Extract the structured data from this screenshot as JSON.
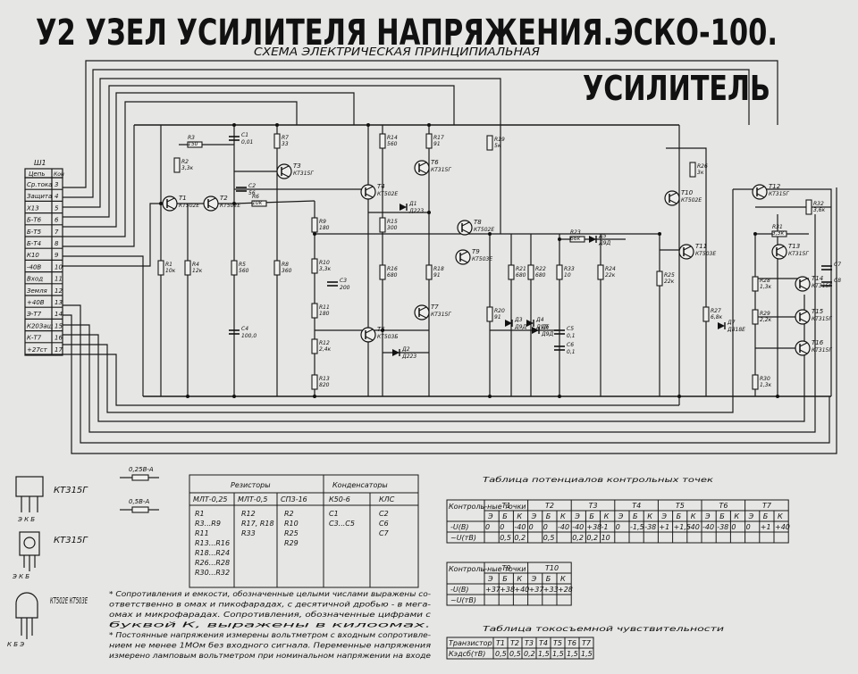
{
  "header": {
    "title": "У2 УЗЕЛ УСИЛИТЕЛЯ НАПРЯЖЕНИЯ.ЭСКО-100.",
    "subtitle": "СХЕМА ЭЛЕКТРИЧЕСКАЯ ПРИНЦИПИАЛЬНАЯ",
    "block_name": "УСИЛИТЕЛЬ"
  },
  "connector": {
    "label": "Ш1",
    "col_name": "Цепь",
    "col_num": "Кон",
    "rows": [
      {
        "name": "Ср.тока",
        "num": "3"
      },
      {
        "name": "Защита",
        "num": "4"
      },
      {
        "name": "Х13",
        "num": "5"
      },
      {
        "name": "Б-Т6",
        "num": "6"
      },
      {
        "name": "Б-Т5",
        "num": "7"
      },
      {
        "name": "Б-Т4",
        "num": "8"
      },
      {
        "name": "К10",
        "num": "9"
      },
      {
        "name": "-40В",
        "num": "10"
      },
      {
        "name": "Вход",
        "num": "11"
      },
      {
        "name": "Земля",
        "num": "12"
      },
      {
        "name": "+40В",
        "num": "13"
      },
      {
        "name": "Э-Т7",
        "num": "14"
      },
      {
        "name": "К20Защ",
        "num": "15"
      },
      {
        "name": "К-Т7",
        "num": "16"
      },
      {
        "name": "+27ст",
        "num": "17"
      }
    ]
  },
  "components": {
    "transistors": [
      {
        "ref": "Т1",
        "type": "КТ502Е"
      },
      {
        "ref": "Т2",
        "type": "КТ502Е"
      },
      {
        "ref": "Т3",
        "type": "КТ315Г"
      },
      {
        "ref": "Т4",
        "type": "КТ502Е"
      },
      {
        "ref": "Т5",
        "type": "КТ503Б"
      },
      {
        "ref": "Т6",
        "type": "КТ315Г"
      },
      {
        "ref": "Т7",
        "type": "КТ315Г"
      },
      {
        "ref": "Т8",
        "type": "КТ502Е"
      },
      {
        "ref": "Т9",
        "type": "КТ503Е"
      },
      {
        "ref": "Т10",
        "type": "КТ502Е"
      },
      {
        "ref": "Т11",
        "type": "КТ503Е"
      },
      {
        "ref": "Т12",
        "type": "КТ315Г"
      },
      {
        "ref": "Т13",
        "type": "КТ315Г"
      },
      {
        "ref": "Т14",
        "type": "КТ315Г"
      },
      {
        "ref": "Т15",
        "type": "КТ315Г"
      },
      {
        "ref": "Т16",
        "type": "КТ315Г"
      }
    ],
    "resistors": [
      {
        "ref": "R1",
        "val": "10к"
      },
      {
        "ref": "R2",
        "val": "3,3к"
      },
      {
        "ref": "R3",
        "val": "150"
      },
      {
        "ref": "R4",
        "val": "12к"
      },
      {
        "ref": "R5",
        "val": "560"
      },
      {
        "ref": "R6",
        "val": "10к"
      },
      {
        "ref": "R7",
        "val": "33"
      },
      {
        "ref": "R8",
        "val": "360"
      },
      {
        "ref": "R9",
        "val": "180"
      },
      {
        "ref": "R10",
        "val": "3,3к"
      },
      {
        "ref": "R11",
        "val": "180"
      },
      {
        "ref": "R12",
        "val": "2,4к"
      },
      {
        "ref": "R13",
        "val": "820"
      },
      {
        "ref": "R14",
        "val": "560"
      },
      {
        "ref": "R15",
        "val": "300"
      },
      {
        "ref": "R16",
        "val": "680"
      },
      {
        "ref": "R17",
        "val": "91"
      },
      {
        "ref": "R18",
        "val": "91"
      },
      {
        "ref": "R19",
        "val": "5к"
      },
      {
        "ref": "R20",
        "val": "91"
      },
      {
        "ref": "R21",
        "val": "680"
      },
      {
        "ref": "R22",
        "val": "680"
      },
      {
        "ref": "R23",
        "val": "66к"
      },
      {
        "ref": "R24",
        "val": "22к"
      },
      {
        "ref": "R25",
        "val": "22к"
      },
      {
        "ref": "R26",
        "val": "3к"
      },
      {
        "ref": "R27",
        "val": "6,8к"
      },
      {
        "ref": "R28",
        "val": "1,3к"
      },
      {
        "ref": "R29",
        "val": "2,2к"
      },
      {
        "ref": "R30",
        "val": "1,3к"
      },
      {
        "ref": "R31",
        "val": "3,3к"
      },
      {
        "ref": "R32",
        "val": "3,6к"
      },
      {
        "ref": "R33",
        "val": "10"
      }
    ],
    "capacitors": [
      {
        "ref": "С1",
        "val": "0,01"
      },
      {
        "ref": "С2",
        "val": "56"
      },
      {
        "ref": "С3",
        "val": "200"
      },
      {
        "ref": "С4",
        "val": "100,0"
      },
      {
        "ref": "С5",
        "val": "0,1"
      },
      {
        "ref": "С6",
        "val": "0,1"
      },
      {
        "ref": "С7",
        "val": ""
      },
      {
        "ref": "С8",
        "val": ""
      }
    ],
    "diodes": [
      {
        "ref": "Д1",
        "val": "Д223"
      },
      {
        "ref": "Д2",
        "val": "Д223"
      },
      {
        "ref": "Д3",
        "val": "Д9Д"
      },
      {
        "ref": "Д4",
        "val": "Д9Д"
      },
      {
        "ref": "Д5",
        "val": "Д9Д"
      },
      {
        "ref": "Д6",
        "val": "Д9Д"
      },
      {
        "ref": "Д7",
        "val": "Д818Е"
      }
    ]
  },
  "legend_packages": [
    {
      "name": "КТ315Г",
      "pins": "Э К Б"
    },
    {
      "name": "КТ315Г",
      "pins": "Э К Б"
    },
    {
      "name": "КТ502Е КТ503Е",
      "pins": "К Б Э"
    }
  ],
  "power_legend": [
    "0,25В-А",
    "0,5В-А"
  ],
  "parts_table": {
    "headers": [
      "Резисторы",
      "Конденсаторы"
    ],
    "subheaders": [
      "МЛТ-0,25",
      "МЛТ-0,5",
      "СП3-16",
      "К50-6",
      "КЛС"
    ],
    "columns": [
      [
        "R1",
        "R3...R9",
        "R11",
        "R13...R16",
        "R18...R24",
        "R26...R28",
        "R30...R32"
      ],
      [
        "R12",
        "R17, R18",
        "R33"
      ],
      [
        "R2",
        "R10",
        "R25",
        "R29"
      ],
      [
        "С1",
        "С3...С5"
      ],
      [
        "С2",
        "С6",
        "С7"
      ]
    ]
  },
  "potentials_table": {
    "title": "Таблица потенциалов контрольных точек",
    "row_header": "Контроль-ные точки",
    "groups": [
      "Т1",
      "Т2",
      "Т3",
      "Т4",
      "Т5",
      "Т6",
      "Т7"
    ],
    "sub": [
      "Э",
      "Б",
      "К"
    ],
    "row_labels": [
      "-U(В)",
      "~U(тВ)"
    ],
    "row1": [
      "0",
      "0",
      "-40",
      "0",
      "0",
      "-40",
      "-40",
      "+38",
      "-1",
      "0",
      "-1,5",
      "-38",
      "+1",
      "+1,5",
      "-40",
      "-40",
      "-38",
      "0",
      "0",
      "+1",
      "+40"
    ],
    "row2": [
      "",
      "0,5",
      "0,2",
      "",
      "0,5",
      "",
      "0,2",
      "0,2",
      "10",
      "",
      "",
      "",
      "",
      "",
      "",
      "",
      "",
      "",
      "",
      "",
      ""
    ]
  },
  "potentials_table2": {
    "row_header": "Контроль-ные точки",
    "groups": [
      "Т9",
      "Т10"
    ],
    "sub": [
      "Э",
      "Б",
      "К"
    ],
    "row_labels": [
      "-U(В)",
      "~U(тВ)"
    ],
    "row1": [
      "+37",
      "+38",
      "+40",
      "+37",
      "+33",
      "+28"
    ],
    "row2": [
      "",
      "",
      "",
      "",
      "",
      ""
    ]
  },
  "sensitivity_table": {
    "title": "Таблица токосъемной чувствительности",
    "col_header": "Транзистор",
    "row_label": "Кэдсб(тВ)",
    "cols": [
      "Т1",
      "Т2",
      "Т3",
      "Т4",
      "Т5",
      "Т6",
      "Т7"
    ],
    "values": [
      "0,5",
      "0,5",
      "0,2",
      "1,5",
      "1,5",
      "1,5",
      "1,5"
    ]
  },
  "notes": [
    "* Сопротивления и емкости, обозначенные целыми числами выражены со-",
    "ответственно в омах и пикофарадах, с десятичной дробью - в мега-",
    "омах и микрофарадах. Сопротивления, обозначенные цифрами с",
    "буквой К, выражены в килоомах.",
    "* Постоянные напряжения измерены вольтметром с входным сопротивле-",
    "нием не менее 1МОм без входного сигнала. Переменные напряжения",
    "измерено ламповым вольтметром при номинальном напряжении на входе"
  ]
}
